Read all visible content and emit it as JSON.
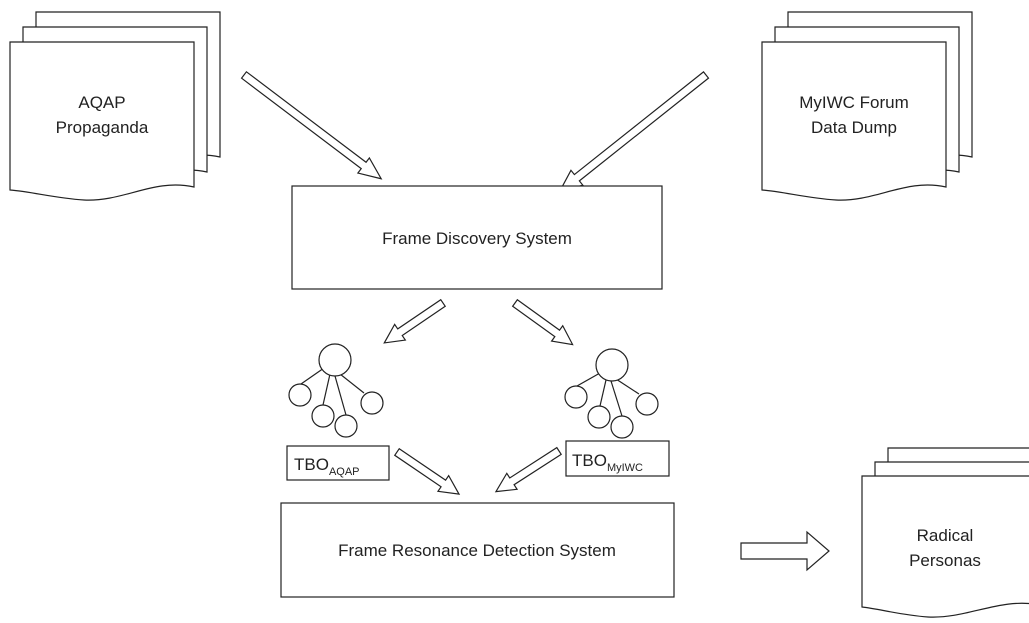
{
  "documents": {
    "aqap": {
      "line1": "AQAP",
      "line2": "Propaganda"
    },
    "myiwc": {
      "line1": "MyIWC Forum",
      "line2": "Data Dump"
    },
    "radical": {
      "line1": "Radical",
      "line2": "Personas"
    }
  },
  "systems": {
    "discovery": "Frame Discovery System",
    "resonance": "Frame Resonance Detection System"
  },
  "tbo": {
    "aqap": {
      "base": "TBO",
      "sub": "AQAP"
    },
    "myiwc": {
      "base": "TBO",
      "sub": "MyIWC"
    }
  },
  "colors": {
    "stroke": "#222222",
    "fill": "#ffffff"
  }
}
